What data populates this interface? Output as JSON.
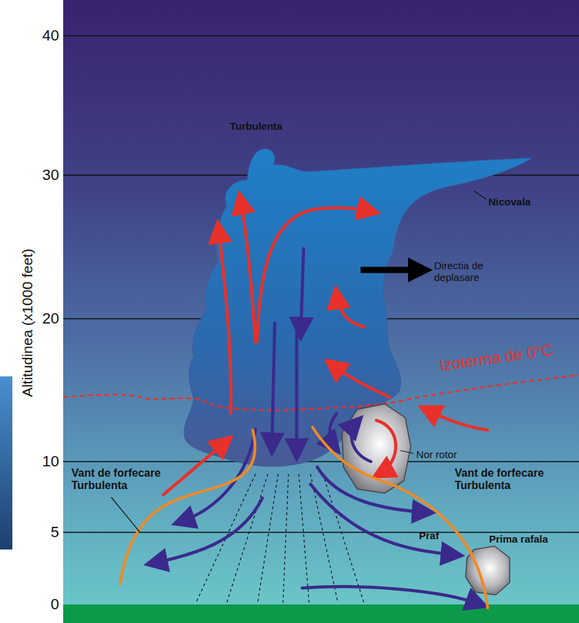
{
  "diagram": {
    "labels": [
      "40",
      "30",
      "20",
      "10",
      "5",
      "0",
      "Altitudinea (x1000 feet)",
      "Turbulenta",
      "Nicovala",
      "Directia de deplasare",
      "Izoterma de 0°C",
      "Nor rotor",
      "Vant de forfecare Turbulenta",
      "Vant de forfecare Turbulenta",
      "Praf",
      "Prima rafala"
    ]
  }
}
